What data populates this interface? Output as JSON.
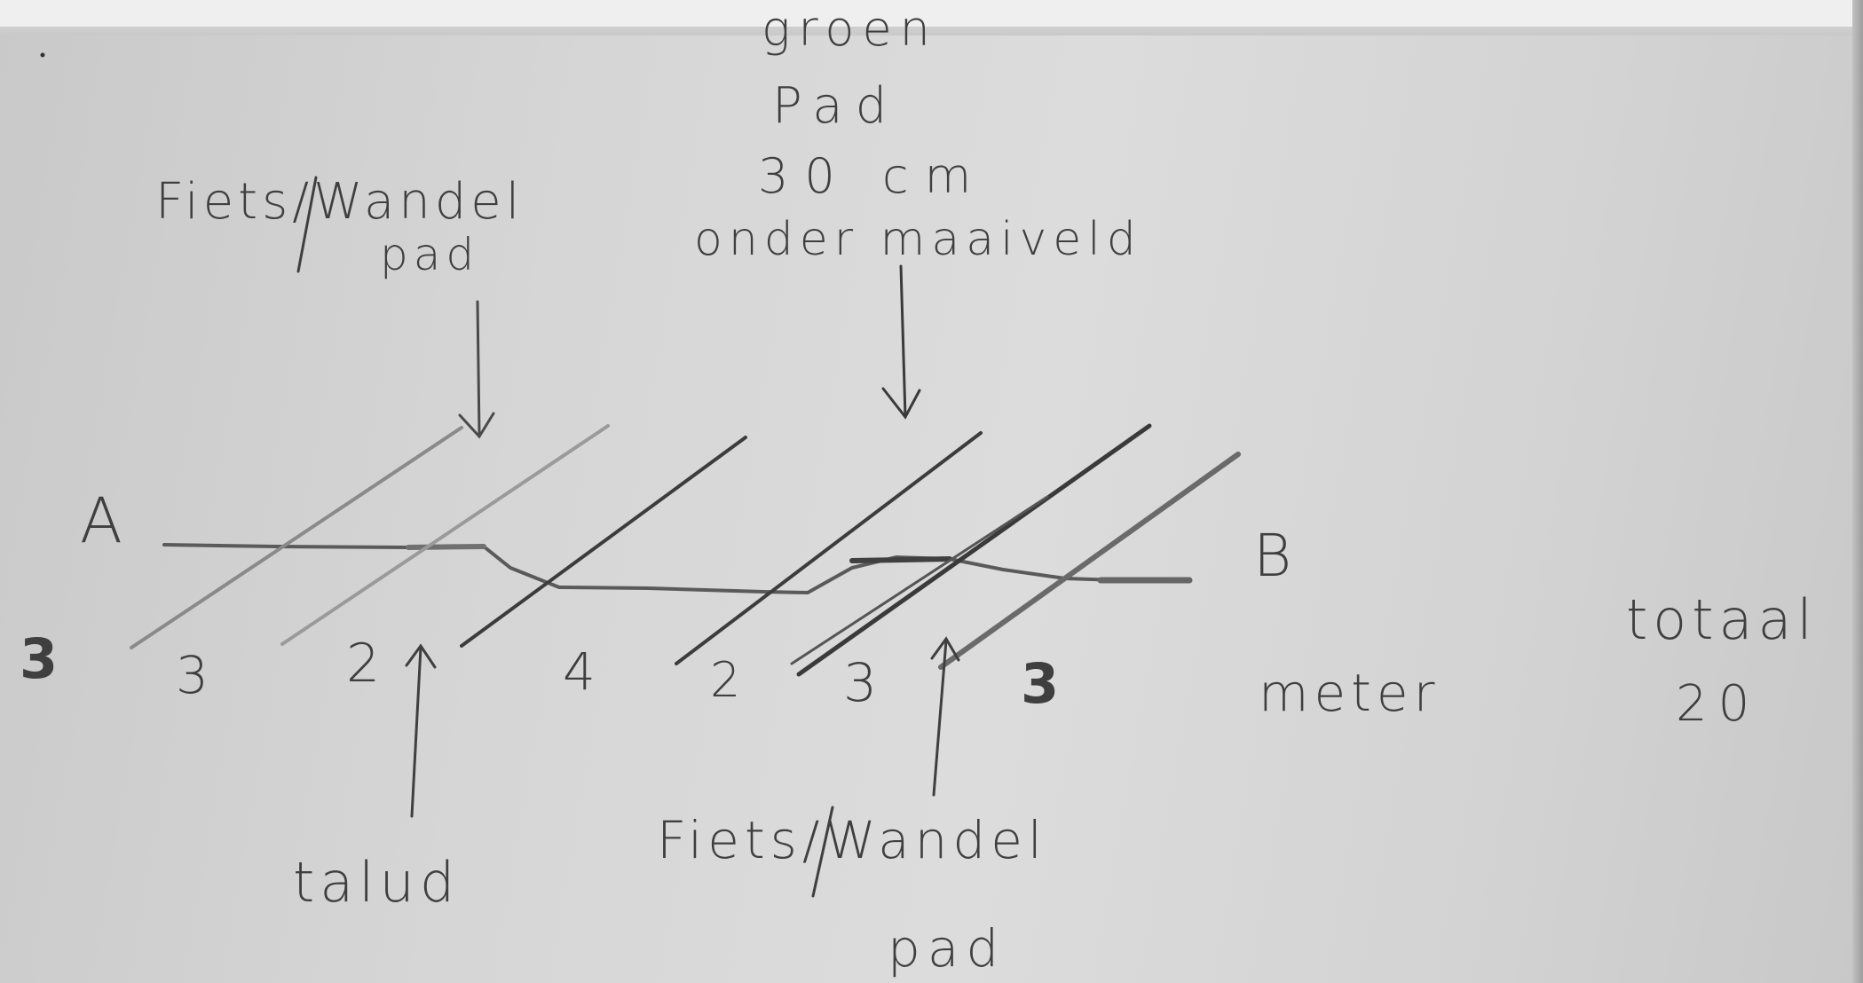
{
  "labels": {
    "fiets_wandel_top": "Fiets/Wandel",
    "pad_top": "pad",
    "groen": "groen",
    "pad_center": "Pad",
    "depth": "30 cm",
    "onder_maaiveld": "onder maaiveld",
    "point_a": "A",
    "point_b": "B",
    "talud": "talud",
    "fiets_wandel_bottom": "Fiets/Wandel",
    "pad_bottom": "pad",
    "meter": "meter",
    "totaal": "totaal",
    "total_value": "20"
  },
  "segments": [
    "3",
    "3",
    "2",
    "4",
    "2",
    "3",
    "3"
  ],
  "colors": {
    "paper": "#d6d6d6",
    "pencil": "#3f3f3f",
    "pencil_light": "#8a8a8a"
  }
}
